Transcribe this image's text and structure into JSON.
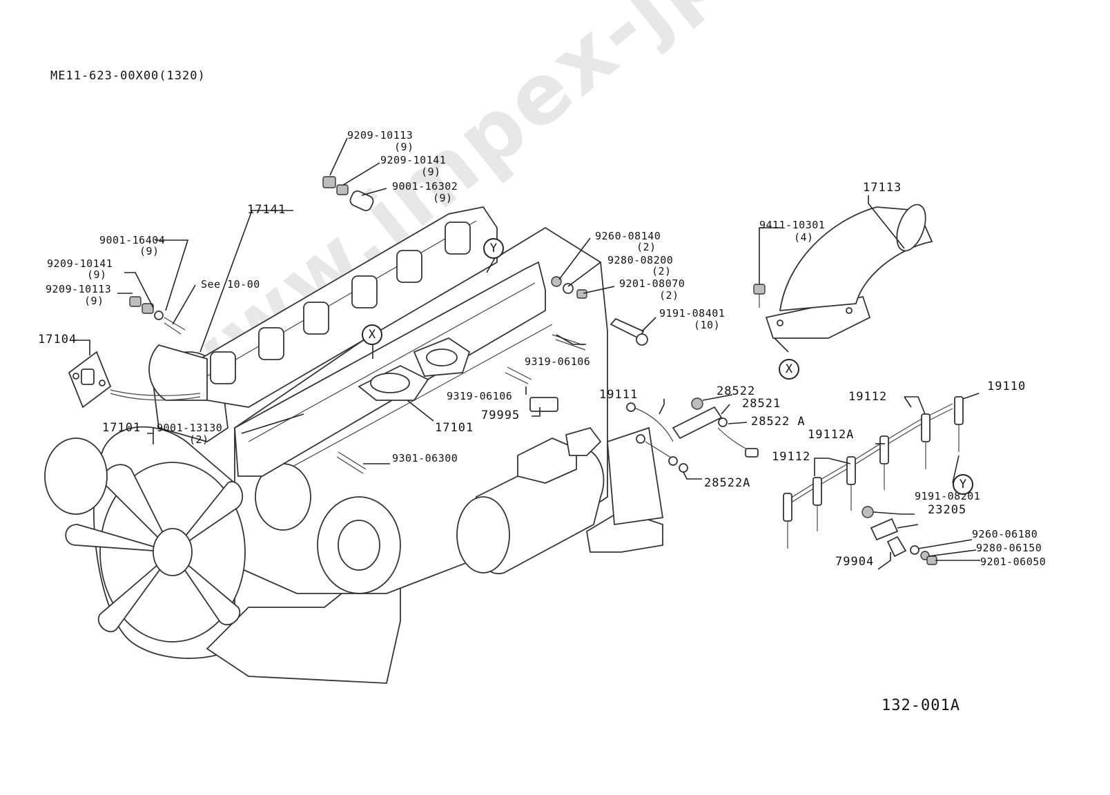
{
  "header": {
    "drawing_ref": "ME11-623-00X00(1320)"
  },
  "footer": {
    "figure_no": "132-001A"
  },
  "watermark": "www.impex-jp.com",
  "callouts": {
    "x": "X",
    "y": "Y"
  },
  "labels": {
    "p9209_10113_top": "9209-10113",
    "p9209_10113_top_qty": "(9)",
    "p9209_10141_top": "9209-10141",
    "p9209_10141_top_qty": "(9)",
    "p9001_16302": "9001-16302",
    "p9001_16302_qty": "(9)",
    "p17141": "17141",
    "p9001_16404": "9001-16404",
    "p9001_16404_qty": "(9)",
    "p9209_10141_left": "9209-10141",
    "p9209_10141_left_qty": "(9)",
    "p9209_10113_left": "9209-10113",
    "p9209_10113_left_qty": "(9)",
    "see": "See 10-00",
    "p17104": "17104",
    "p17101_left": "17101",
    "p9001_13130": "9001-13130",
    "p9001_13130_qty": "(2)",
    "p17101_mid": "17101",
    "p9301_06300": "9301-06300",
    "p9260_08140": "9260-08140",
    "p9260_08140_qty": "(2)",
    "p9280_08200": "9280-08200",
    "p9280_08200_qty": "(2)",
    "p9201_08070": "9201-08070",
    "p9201_08070_qty": "(2)",
    "p9191_08401": "9191-08401",
    "p9191_08401_qty": "(10)",
    "p9319_06106_a": "9319-06106",
    "p9319_06106_b": "9319-06106",
    "p79995": "79995",
    "p9411_10301": "9411-10301",
    "p9411_10301_qty": "(4)",
    "p17113": "17113",
    "p19111": "19111",
    "p28522": "28522",
    "p28521": "28521",
    "p28522A_a": "28522 A",
    "p28522A_b": "28522A",
    "p19112_top": "19112",
    "p19110": "19110",
    "p19112A": "19112A",
    "p19112_low": "19112",
    "p9191_08201": "9191-08201",
    "p23205": "23205",
    "p9260_06180": "9260-06180",
    "p9280_06150": "9280-06150",
    "p9201_06050": "9201-06050",
    "p79904": "79904"
  }
}
